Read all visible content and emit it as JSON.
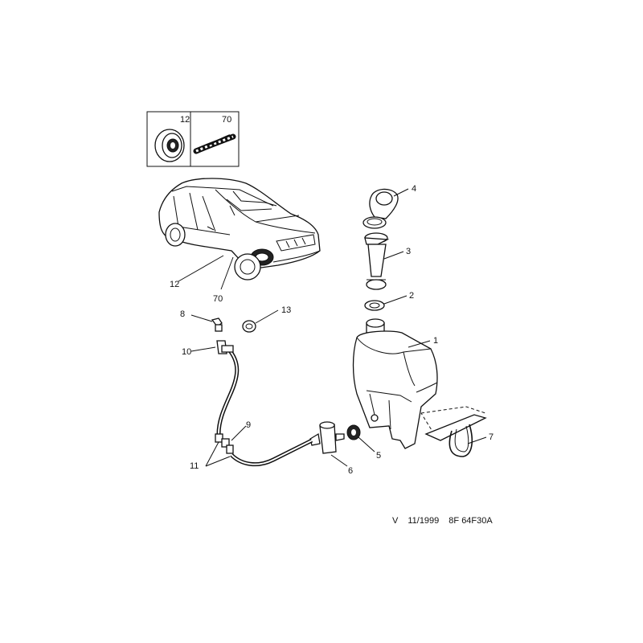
{
  "inset": {
    "left_number": "12",
    "right_number": "70"
  },
  "callouts": {
    "c1": "1",
    "c2": "2",
    "c3": "3",
    "c4": "4",
    "c5": "5",
    "c6": "6",
    "c7": "7",
    "c8": "8",
    "c9": "9",
    "c10": "10",
    "c11": "11",
    "c12": "12",
    "c13": "13",
    "c70": "70"
  },
  "reference": {
    "version": "V",
    "date": "11/1999",
    "code": "8F 64F30A"
  },
  "icons": [
    "grommet-icon",
    "seal-strip-icon",
    "car-icon",
    "reservoir-tank-icon",
    "filler-neck-icon",
    "filler-cap-icon",
    "pump-icon",
    "hose-icon",
    "bracket-icon"
  ]
}
